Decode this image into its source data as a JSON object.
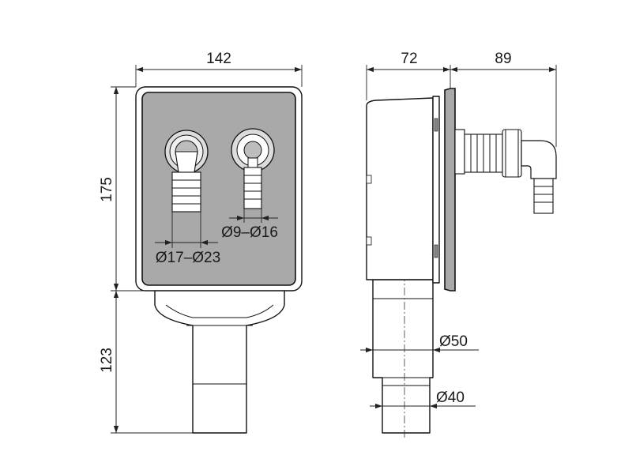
{
  "dimensions": {
    "front_width": "142",
    "box_height": "175",
    "pipe_height": "123",
    "side_depth": "72",
    "outlet_depth": "89",
    "left_hose": "Ø17–Ø23",
    "right_hose": "Ø9–Ø16",
    "pipe_upper": "Ø50",
    "pipe_lower": "Ø40"
  },
  "colors": {
    "plate_fill": "#a9a9a9",
    "line": "#111111",
    "background": "#ffffff"
  }
}
